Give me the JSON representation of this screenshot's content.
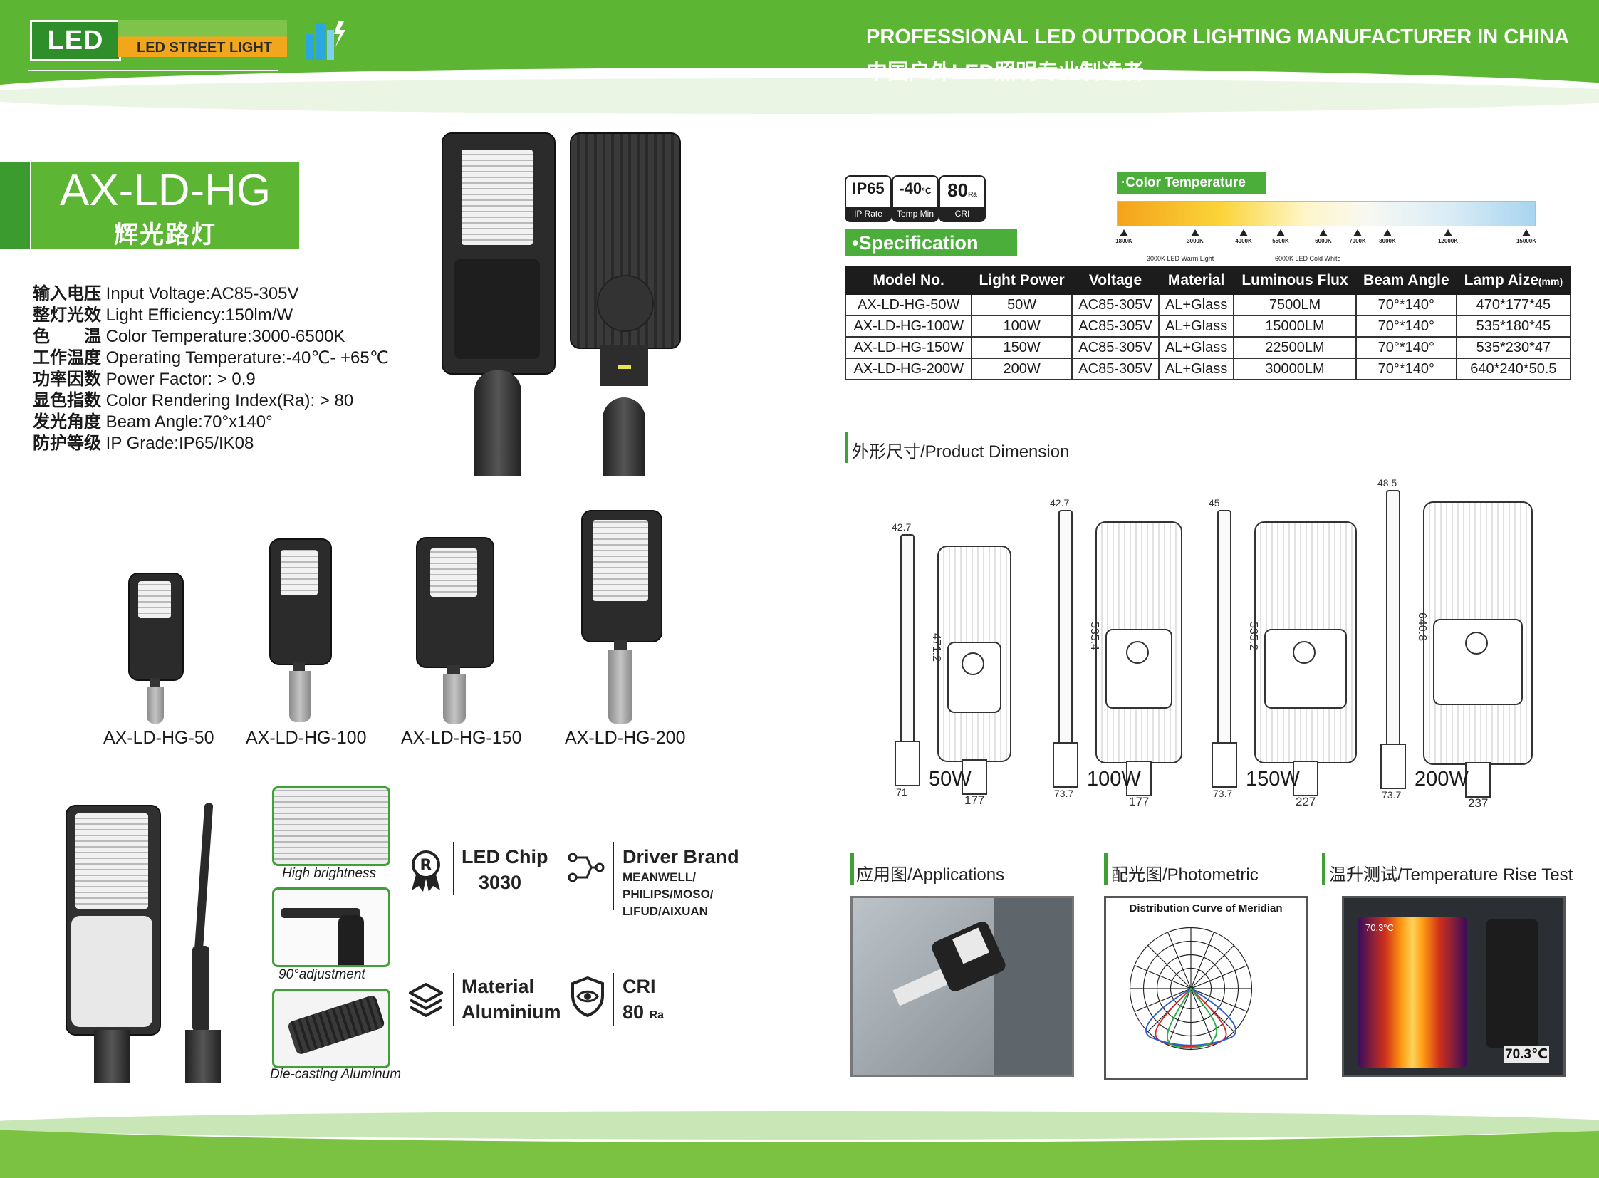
{
  "header": {
    "logo_text": "LED",
    "logo_sub": "LED STREET LIGHT",
    "tagline_en": "PROFESSIONAL LED OUTDOOR LIGHTING MANUFACTURER IN CHINA",
    "tagline_cn": "中国户外LED照明专业制造者"
  },
  "product": {
    "model": "AX-LD-HG",
    "name_cn": "辉光路灯"
  },
  "specs": [
    {
      "cn": "输入电压",
      "en": "Input Voltage:AC85-305V"
    },
    {
      "cn": "整灯光效",
      "en": "Light Efficiency:150lm/W"
    },
    {
      "cn": "色　　温",
      "en": "Color Temperature:3000-6500K"
    },
    {
      "cn": "工作温度",
      "en": "Operating Temperature:-40℃- +65℃"
    },
    {
      "cn": "功率因数",
      "en": "Power Factor: > 0.9"
    },
    {
      "cn": "显色指数",
      "en": "Color Rendering Index(Ra): > 80"
    },
    {
      "cn": "发光角度",
      "en": "Beam Angle:70°x140°"
    },
    {
      "cn": "防护等级",
      "en": "IP Grade:IP65/IK08"
    }
  ],
  "models": [
    "AX-LD-HG-50",
    "AX-LD-HG-100",
    "AX-LD-HG-150",
    "AX-LD-HG-200"
  ],
  "features": {
    "high_brightness": "High brightness",
    "adjustment": "90°adjustment",
    "die_casting": "Die-casting Aluminum",
    "led_chip_title": "LED Chip",
    "led_chip_value": "3030",
    "driver_title": "Driver Brand",
    "driver_l1": "MEANWELL/",
    "driver_l2": "PHILIPS/MOSO/",
    "driver_l3": "LIFUD/AIXUAN",
    "material_title": "Material",
    "material_value": "Aluminium",
    "cri_title": "CRI",
    "cri_value": "80",
    "cri_unit": "Ra"
  },
  "badges": {
    "ip_value": "IP65",
    "ip_label": "IP Rate",
    "temp_value": "-40",
    "temp_unit": "°C",
    "temp_label": "Temp Min",
    "cri_value": "80",
    "cri_unit": "Ra",
    "cri_label": "CRI"
  },
  "color_temp": {
    "label": "·Color Temperature",
    "ticks": [
      "1800K",
      "3000K",
      "4000K",
      "5500K",
      "6000K",
      "7000K",
      "8000K",
      "12000K",
      "15000K"
    ],
    "warm_note": "3000K LED Warm Light",
    "cold_note": "6000K LED Cold White"
  },
  "spec_label": "•Specification",
  "table": {
    "headers": [
      "Model No.",
      "Light Power",
      "Voltage",
      "Material",
      "Luminous Flux",
      "Beam Angle",
      "Lamp Aize",
      "(mm)"
    ],
    "rows": [
      [
        "AX-LD-HG-50W",
        "50W",
        "AC85-305V",
        "AL+Glass",
        "7500LM",
        "70°*140°",
        "470*177*45"
      ],
      [
        "AX-LD-HG-100W",
        "100W",
        "AC85-305V",
        "AL+Glass",
        "15000LM",
        "70°*140°",
        "535*180*45"
      ],
      [
        "AX-LD-HG-150W",
        "150W",
        "AC85-305V",
        "AL+Glass",
        "22500LM",
        "70°*140°",
        "535*230*47"
      ],
      [
        "AX-LD-HG-200W",
        "200W",
        "AC85-305V",
        "AL+Glass",
        "30000LM",
        "70°*140°",
        "640*240*50.5"
      ]
    ]
  },
  "dimension": {
    "title": "外形尺寸/Product Dimension",
    "items": [
      {
        "watt": "50W",
        "side_h": "42.7",
        "length": "471.2",
        "side_w": "71",
        "width": "177"
      },
      {
        "watt": "100W",
        "side_h": "42.7",
        "length": "535.4",
        "side_w": "73.7",
        "width": "177"
      },
      {
        "watt": "150W",
        "side_h": "45",
        "length": "535.2",
        "side_w": "73.7",
        "width": "227"
      },
      {
        "watt": "200W",
        "side_h": "48.5",
        "length": "640.8",
        "side_w": "73.7",
        "width": "237"
      }
    ]
  },
  "sections": {
    "applications": "应用图/Applications",
    "photometric": "配光图/Photometric",
    "temp_rise": "温升测试/Temperature Rise Test"
  },
  "photometric": {
    "title": "Distribution Curve of Meridian"
  },
  "thermal": {
    "reading_top": "70.3°C",
    "reading_main": "70.3℃"
  },
  "colors": {
    "brand_green": "#5cb533",
    "dark_green": "#3b9b2e",
    "accent_orange": "#f2a61c"
  }
}
